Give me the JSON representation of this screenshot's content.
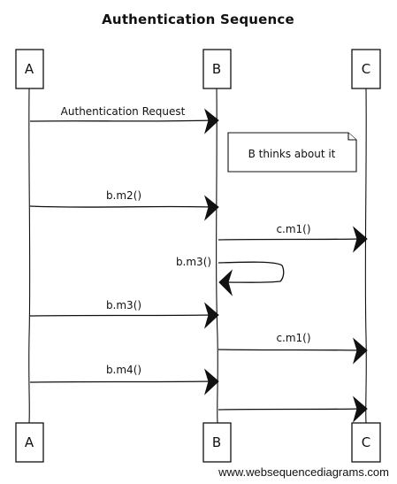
{
  "diagram": {
    "title": "Authentication Sequence",
    "watermark": "www.websequencediagrams.com",
    "participants": {
      "a": "A",
      "b": "B",
      "c": "C"
    },
    "messages": {
      "m1": "Authentication Request",
      "m2": "b.m2()",
      "m3": "c.m1()",
      "m4": "b.m3()",
      "m5": "b.m3()",
      "m6": "c.m1()",
      "m7": "b.m4()",
      "m8": ""
    },
    "note": "B thinks about it"
  }
}
